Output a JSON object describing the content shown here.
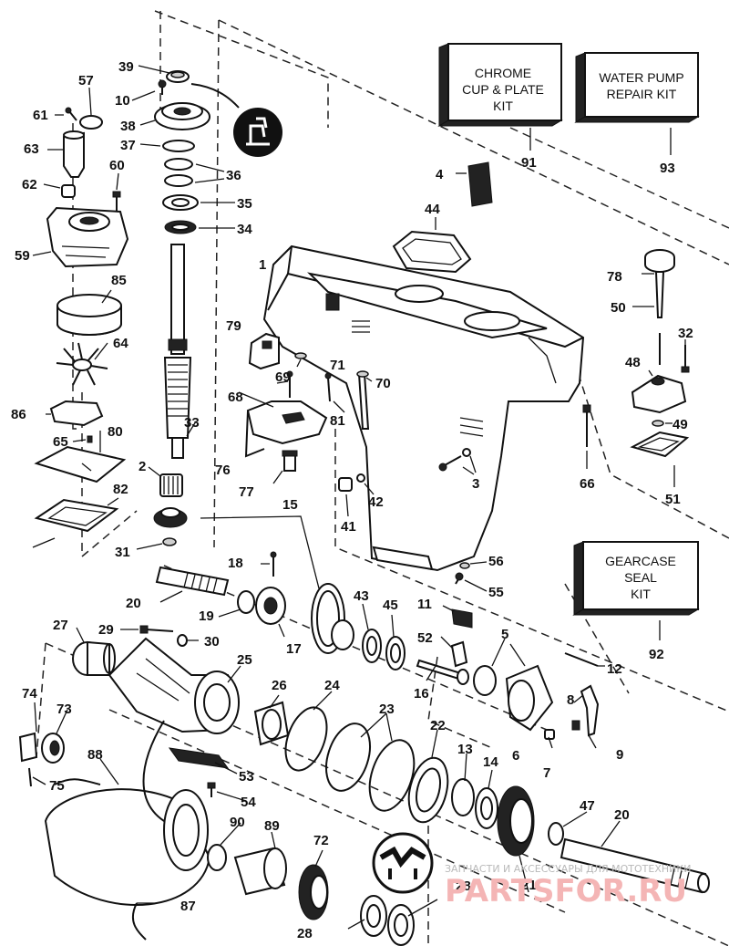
{
  "kits": {
    "chrome": {
      "line1": "CHROME",
      "line2": "CUP & PLATE",
      "line3": "KIT",
      "ref": "91"
    },
    "waterpump": {
      "line1": "WATER PUMP",
      "line2": "REPAIR KIT",
      "ref": "93"
    },
    "gearcase": {
      "line1": "GEARCASE",
      "line2": "SEAL",
      "line3": "KIT",
      "ref": "92"
    }
  },
  "watermark": {
    "line1": "ЗАПЧАСТИ И АКСЕССУАРЫ ДЛЯ МОТОТЕХНИКИ",
    "line2": "PARTSFOR.RU"
  },
  "callouts": {
    "n1": "1",
    "n2": "2",
    "n3": "3",
    "n4": "4",
    "n5": "5",
    "n6": "6",
    "n7": "7",
    "n8": "8",
    "n9": "9",
    "n10": "10",
    "n11": "11",
    "n12": "12",
    "n13": "13",
    "n14": "14",
    "n15": "15",
    "n16": "16",
    "n17": "17",
    "n18": "18",
    "n19": "19",
    "n20a": "20",
    "n20b": "20",
    "n21": "21",
    "n22": "22",
    "n23": "23",
    "n24": "24",
    "n25": "25",
    "n26": "26",
    "n27": "27",
    "n28a": "28",
    "n28b": "28",
    "n29": "29",
    "n30": "30",
    "n31": "31",
    "n32": "32",
    "n33": "33",
    "n34": "34",
    "n35": "35",
    "n36": "36",
    "n37": "37",
    "n38": "38",
    "n39": "39",
    "n41": "41",
    "n42": "42",
    "n43": "43",
    "n44": "44",
    "n45": "45",
    "n47": "47",
    "n48": "48",
    "n49": "49",
    "n50": "50",
    "n51": "51",
    "n52": "52",
    "n53": "53",
    "n54": "54",
    "n55": "55",
    "n56": "56",
    "n57": "57",
    "n59": "59",
    "n60": "60",
    "n61": "61",
    "n62": "62",
    "n63": "63",
    "n64": "64",
    "n65": "65",
    "n66": "66",
    "n68": "68",
    "n69": "69",
    "n70": "70",
    "n71": "71",
    "n72": "72",
    "n73": "73",
    "n74": "74",
    "n75": "75",
    "n76": "76",
    "n77": "77",
    "n78": "78",
    "n79": "79",
    "n80": "80",
    "n81": "81",
    "n82": "82",
    "n85": "85",
    "n86": "86",
    "n87": "87",
    "n88": "88",
    "n89": "89",
    "n90": "90"
  }
}
